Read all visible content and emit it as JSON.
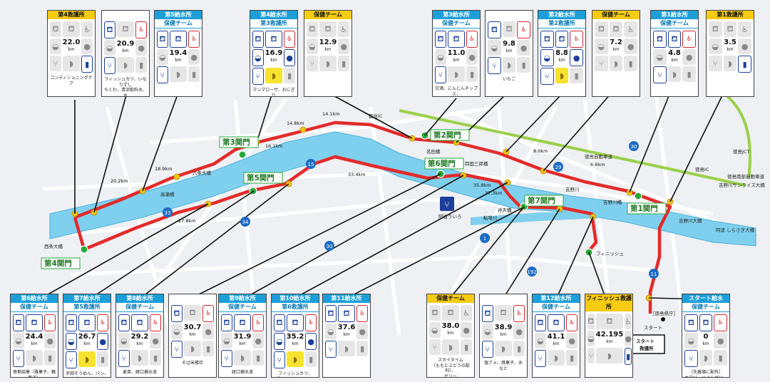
{
  "gates": {
    "g1": "第1関門",
    "g2": "第2関門",
    "g3": "第3関門",
    "g4": "第4関門",
    "g5": "第5関門",
    "g6": "第6関門",
    "g7": "第7関門"
  },
  "distances": {
    "d141": "14.1km",
    "d148": "14.8km",
    "d161": "16.1km",
    "d189": "18.9km",
    "d202": "20.2km",
    "d278": "27.8km",
    "d334": "33.4km",
    "d358": "35.8km",
    "d373": "37.3km",
    "d80": "8.0km",
    "d66": "6.6km"
  },
  "places": {
    "rokujo": "六条大橋",
    "takase": "高瀬橋",
    "nishijo": "西条大橋",
    "yoshinogawa": "吉野川",
    "meiden": "名田橋",
    "shikoku": "四国三郎橋",
    "yoshinobashi": "吉野川橋",
    "finish": "フィニッシュ",
    "start": "スタート",
    "tokushima_pref": "［徳島県庁］",
    "awa": "阿波ういろ",
    "ibe": "井天橋",
    "chuou": "鮎喰川",
    "aikoku": "阿波\nしらさぎ大橋",
    "yoshino_big": "吉野川大橋",
    "tokushima_jct": "徳島JCT",
    "tokushima_ic": "徳島IC",
    "airport": "吉野川サンライズ大橋",
    "tokushima_south": "徳島南部自動車道",
    "tokushima_expwy": "徳島自動車道",
    "aizumi_ic": "藍住IC"
  },
  "routes": [
    "30",
    "15",
    "34",
    "33",
    "1",
    "11",
    "192",
    "29",
    "30"
  ],
  "top_cards": [
    {
      "title": "第4救護所",
      "dist": "22.0",
      "note": "コンディショニングケア",
      "type": "aid"
    },
    {
      "title": "",
      "dist": "20.9",
      "note": "フィッシュカツ、いなりずし\nちくわ、清涼飲料水、水",
      "type": "water"
    },
    {
      "title": "第5給水所\n保健チーム",
      "dist": "19.4",
      "note": "",
      "type": "water2"
    },
    {
      "title": "第4給水所\n第3救護所",
      "dist": "16.9",
      "note": "マンマローザ、おにぎり\nすだちジュース、牛乳",
      "type": "water3"
    },
    {
      "title": "保健チーム",
      "dist": "12.9",
      "note": "",
      "type": "health"
    },
    {
      "title": "第3給水所\n保健チーム",
      "dist": "11.0",
      "note": "甘酒、にんじんチップス、\n藍ハーブティー",
      "type": "water2"
    },
    {
      "title": "",
      "dist": "9.8",
      "note": "いちご",
      "type": "water"
    },
    {
      "title": "第2給水所\n第2救護所",
      "dist": "8.8",
      "note": "",
      "type": "water3"
    },
    {
      "title": "保健チーム",
      "dist": "7.2",
      "note": "",
      "type": "health"
    },
    {
      "title": "第1給水所\n保健チーム",
      "dist": "4.8",
      "note": "",
      "type": "water2"
    },
    {
      "title": "第1救護所",
      "dist": "3.5",
      "note": "",
      "type": "aid"
    }
  ],
  "bottom_cards": [
    {
      "title": "第6給水所\n保健チーム",
      "dist": "24.4",
      "note": "徳島銘菓（雅菓子、鶴菓子）\n清涼飲料水、\n梅シロップジュース",
      "type": "water2"
    },
    {
      "title": "第7給水所\n第5救護所",
      "dist": "26.7",
      "note": "半田そうめん、パン、\nコンディショニングケア\n経口補水液、甘酒、トマト",
      "type": "water3"
    },
    {
      "title": "第8給水所\n保健チーム",
      "dist": "29.2",
      "note": "麦茶、経口補水液",
      "type": "water2"
    },
    {
      "title": "",
      "dist": "30.7",
      "note": "そば米雑炊",
      "type": "water"
    },
    {
      "title": "第9給水所\n保健チーム",
      "dist": "31.9",
      "note": "経口補水液",
      "type": "water2"
    },
    {
      "title": "第10給水所\n第6救護所",
      "dist": "35.2",
      "note": "フィッシュカツ、\n鯛ちくわ、ミニトマト、\nフルーツ など",
      "type": "water3"
    },
    {
      "title": "第11給水所",
      "dist": "37.6",
      "note": "",
      "type": "water2"
    },
    {
      "title": "保健チーム",
      "dist": "38.0",
      "note": "スカイタイム\n（ももとぶどうの飲料）、\nゼリー",
      "type": "health"
    },
    {
      "title": "",
      "dist": "38.9",
      "note": "塩アメ、焼菓子、水\nなど",
      "type": "water"
    },
    {
      "title": "第12給水所\n保健チーム",
      "dist": "41.1",
      "note": "",
      "type": "water2"
    },
    {
      "title": "フィニッシュ救護所",
      "dist": "42.195",
      "note": "",
      "type": "aid"
    },
    {
      "title": "スタート給水\n保健チーム",
      "dist": "0",
      "note": "［先着順に配布］\nカロリーメイトゼリー",
      "type": "water2"
    }
  ],
  "start_box": "スタート\n救護所",
  "km_unit": "km"
}
